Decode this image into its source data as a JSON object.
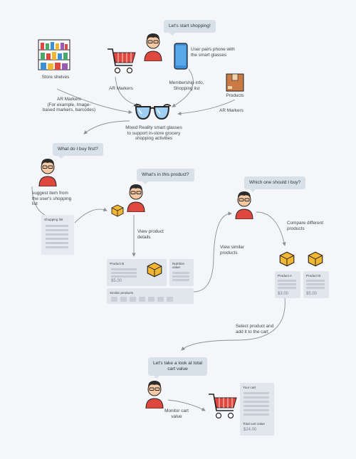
{
  "bubbles": {
    "start": "Let's start shopping!",
    "buy_first": "What do I buy first?",
    "product": "What's in this product?",
    "which": "Which one should I buy?",
    "total": "Let's take a look at total\ncart value"
  },
  "labels": {
    "store_shelves": "Store shelves",
    "ar_markers": "AR Markers",
    "pairs_phone": "User pairs phone with\nthe smart glasses",
    "membership": "Membership info,\nShopping list",
    "products": "Products",
    "ar_markers_example": "AR Markers\n(For example, Image-\nbased markers, barcodes)",
    "ar_markers_right": "AR Markers",
    "glasses": "Mixed Reality smart glasses\nto support in-store grocery\nshopping activities",
    "suggest": "suggest item from\nthe user's shopping\nlist",
    "view_details": "View product\ndetails",
    "view_similar": "View similar\nproducts",
    "compare": "Compare different\nproducts",
    "select_add": "Select product and\nadd it to the cart",
    "monitor": "Monitor cart\nvalue"
  },
  "shopping_list": {
    "title": "Shopping list"
  },
  "product_detail": {
    "title": "Product B",
    "price": "$5.00"
  },
  "nutrition": {
    "title": "Nutrition\nvalue"
  },
  "similar": {
    "title": "Similar products"
  },
  "product_a": {
    "title": "Product A",
    "price": "$3.00"
  },
  "product_b": {
    "title": "Product B",
    "price": "$5.00"
  },
  "cart": {
    "title": "Your cart",
    "total_label": "Total cart value",
    "total": "$24.00"
  },
  "colors": {
    "bubble": "#d8e0ea",
    "card": "#e1e6ed",
    "shirt": "#e0473e",
    "box": "#f2b632",
    "arrow": "#8a9096"
  },
  "icons": [
    "person-icon",
    "shopping-cart-icon",
    "smartphone-icon",
    "store-shelves-icon",
    "product-box-icon",
    "smart-glasses-icon"
  ]
}
